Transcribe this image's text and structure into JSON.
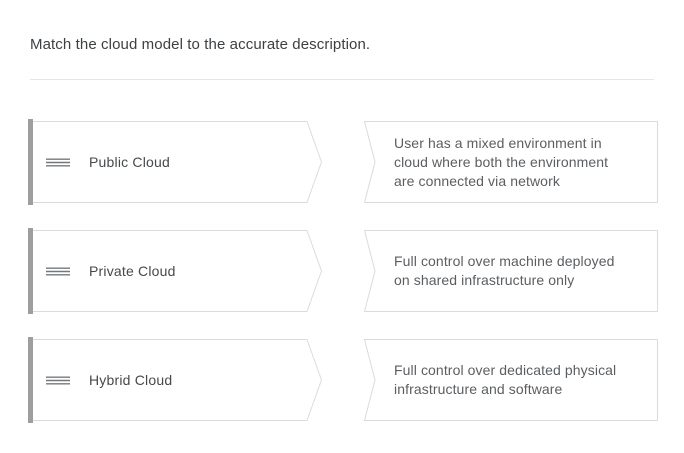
{
  "question": {
    "title": "Match the cloud model to the accurate description."
  },
  "items": [
    {
      "label": "Public Cloud",
      "description": "User has a mixed environment in cloud where both the environment are connected via network",
      "description_lines": [
        "User has a mixed environment in",
        "cloud where both the environment",
        "are connected via network"
      ]
    },
    {
      "label": "Private Cloud",
      "description": "Full control over machine deployed on shared infrastructure only",
      "description_lines": [
        "Full control over machine deployed",
        "on shared infrastructure only"
      ]
    },
    {
      "label": "Hybrid Cloud",
      "description": "Full control over dedicated physical infrastructure and software",
      "description_lines": [
        "Full control over dedicated physical",
        "infrastructure and software"
      ]
    }
  ],
  "icons": {
    "drag_handle": "drag-handle-icon"
  },
  "colors": {
    "background": "#ffffff",
    "card_background": "#ffffff",
    "card_border": "#dbdbdb",
    "drag_accent_bar": "#9e9e9e",
    "drag_handle_icon": "#75787b",
    "title_text": "#3d4043",
    "label_text": "#46494c",
    "description_text": "#5b5e61",
    "divider": "#e6e6e6"
  }
}
